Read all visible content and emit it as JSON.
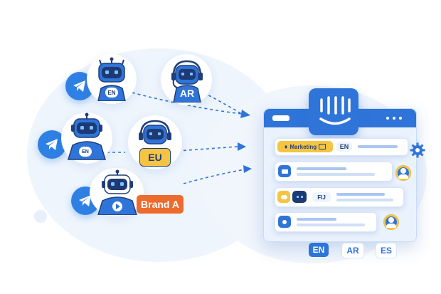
{
  "palette": {
    "primary": "#2f74d9",
    "telegram": "#2f80e4",
    "accent_yellow": "#f6c443",
    "accent_orange": "#ee6b2e",
    "background_blob": "#eaf2fc"
  },
  "channels": [
    {
      "icon": "telegram-icon"
    },
    {
      "icon": "telegram-icon"
    },
    {
      "icon": "telegram-icon"
    }
  ],
  "bots": [
    {
      "label": "EN"
    },
    {
      "label": "AR"
    },
    {
      "label": "EN"
    },
    {
      "label": "EU"
    },
    {
      "label": "Brand A"
    }
  ],
  "inbox": {
    "logo_icon": "intercom-logo-icon",
    "rows": [
      {
        "tag": "Marketing",
        "language": "EN",
        "icon": "tag-icon",
        "side_icon": "gear-icon"
      },
      {
        "icon": "chat-icon",
        "side_icon": "user-avatar-icon"
      },
      {
        "icon": "chat-bubble-icon",
        "bot_label": "FIJ"
      },
      {
        "icon": "user-icon",
        "side_icon": "user-avatar-icon"
      }
    ],
    "language_tabs": [
      "EN",
      "AR",
      "ES"
    ]
  }
}
